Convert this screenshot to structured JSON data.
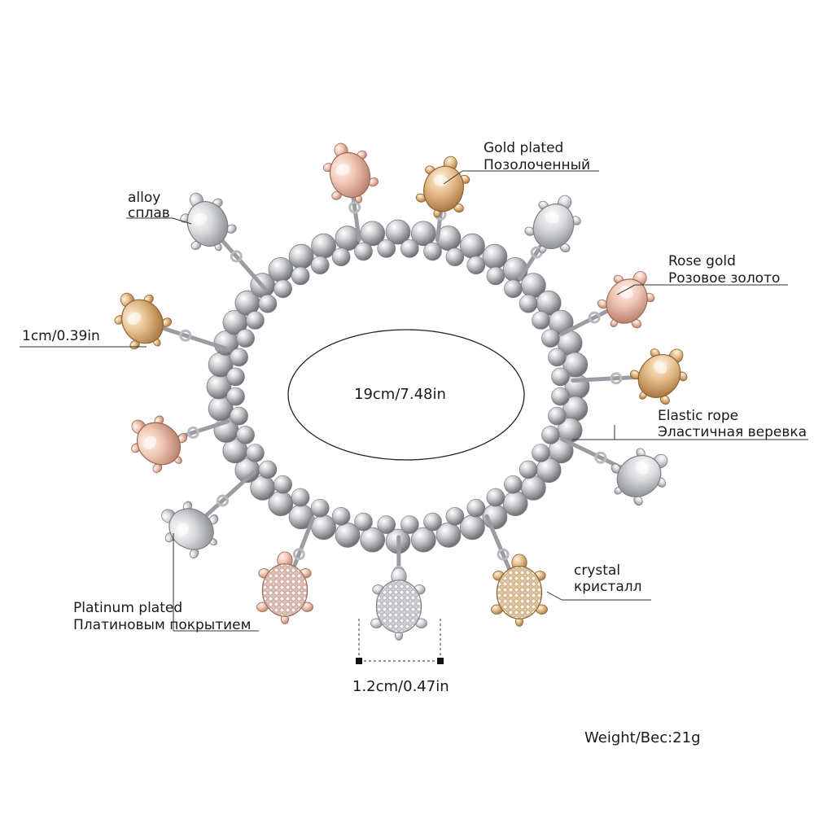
{
  "photo": {
    "subject": "turtle charm bracelet",
    "metals": {
      "silver": "#d9dadd",
      "rose": "#f0c6b5",
      "gold": "#e6bf8e"
    }
  },
  "labels": {
    "gold_en": "Gold plated",
    "gold_ru": "Позолоченный",
    "alloy_en": "alloy",
    "alloy_ru": "сплав",
    "rose_en": "Rose gold",
    "rose_ru": "Розовое золото",
    "charm_size": "1cm/0.39in",
    "circumference": "19cm/7.48in",
    "elastic_en": "Elastic rope",
    "elastic_ru": "Эластичная веревка",
    "crystal_en": "crystal",
    "crystal_ru": "кристалл",
    "platinum_en": "Platinum plated",
    "platinum_ru": "Платиновым покрытием",
    "width": "1.2cm/0.47in",
    "weight": "Weight/Bec:21g"
  }
}
